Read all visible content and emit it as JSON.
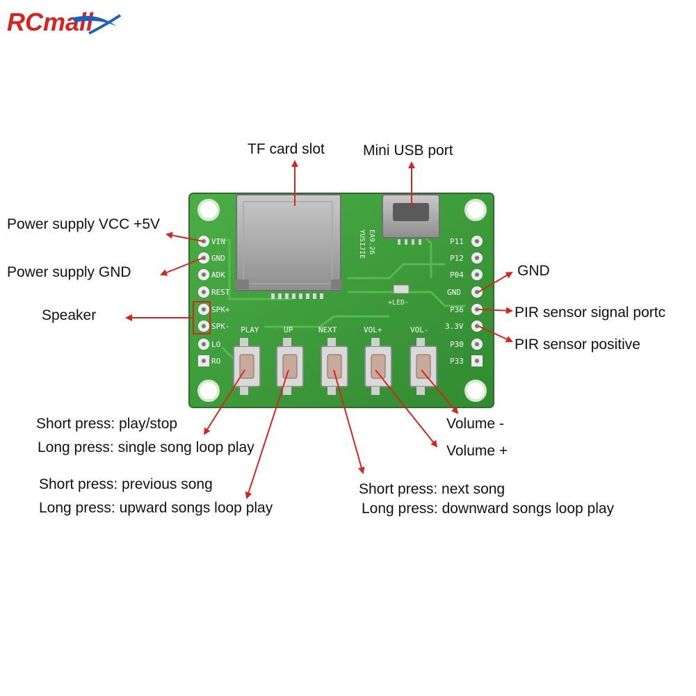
{
  "brand": {
    "logo_text": "RCmall",
    "colors": {
      "red": "#d9231f",
      "blue": "#1f5fbf",
      "pcb": "#3d9e3a",
      "arrow": "#d9231f"
    }
  },
  "callouts": {
    "tf_card_slot": "TF card slot",
    "mini_usb_port": "Mini USB port",
    "power_vcc": "Power supply VCC +5V",
    "power_gnd": "Power supply GND",
    "speaker": "Speaker",
    "gnd": "GND",
    "pir_signal": "PIR sensor signal portc",
    "pir_positive": "PIR sensor positive",
    "play_short": "Short press: play/stop",
    "play_long": "Long press: single song loop play",
    "up_short": "Short press: previous song",
    "up_long": "Long press: upward songs loop play",
    "next_short": "Short press: next song",
    "next_long": "Long press: downward songs loop play",
    "volume_minus": "Volume -",
    "volume_plus": "Volume +"
  },
  "board": {
    "left_pins": [
      "VIN",
      "GND",
      "ADK",
      "REST",
      "SPK+",
      "SPK-",
      "LO",
      "RO"
    ],
    "right_pins": [
      "P11",
      "P12",
      "P04",
      "GND",
      "P36",
      "3.3V",
      "P30",
      "P33"
    ],
    "buttons": [
      "PLAY",
      "UP",
      "NEXT",
      "VOL+",
      "VOL-"
    ],
    "silkscreen": [
      "EA9.26",
      "YUSIJIE",
      "+LED-"
    ]
  }
}
